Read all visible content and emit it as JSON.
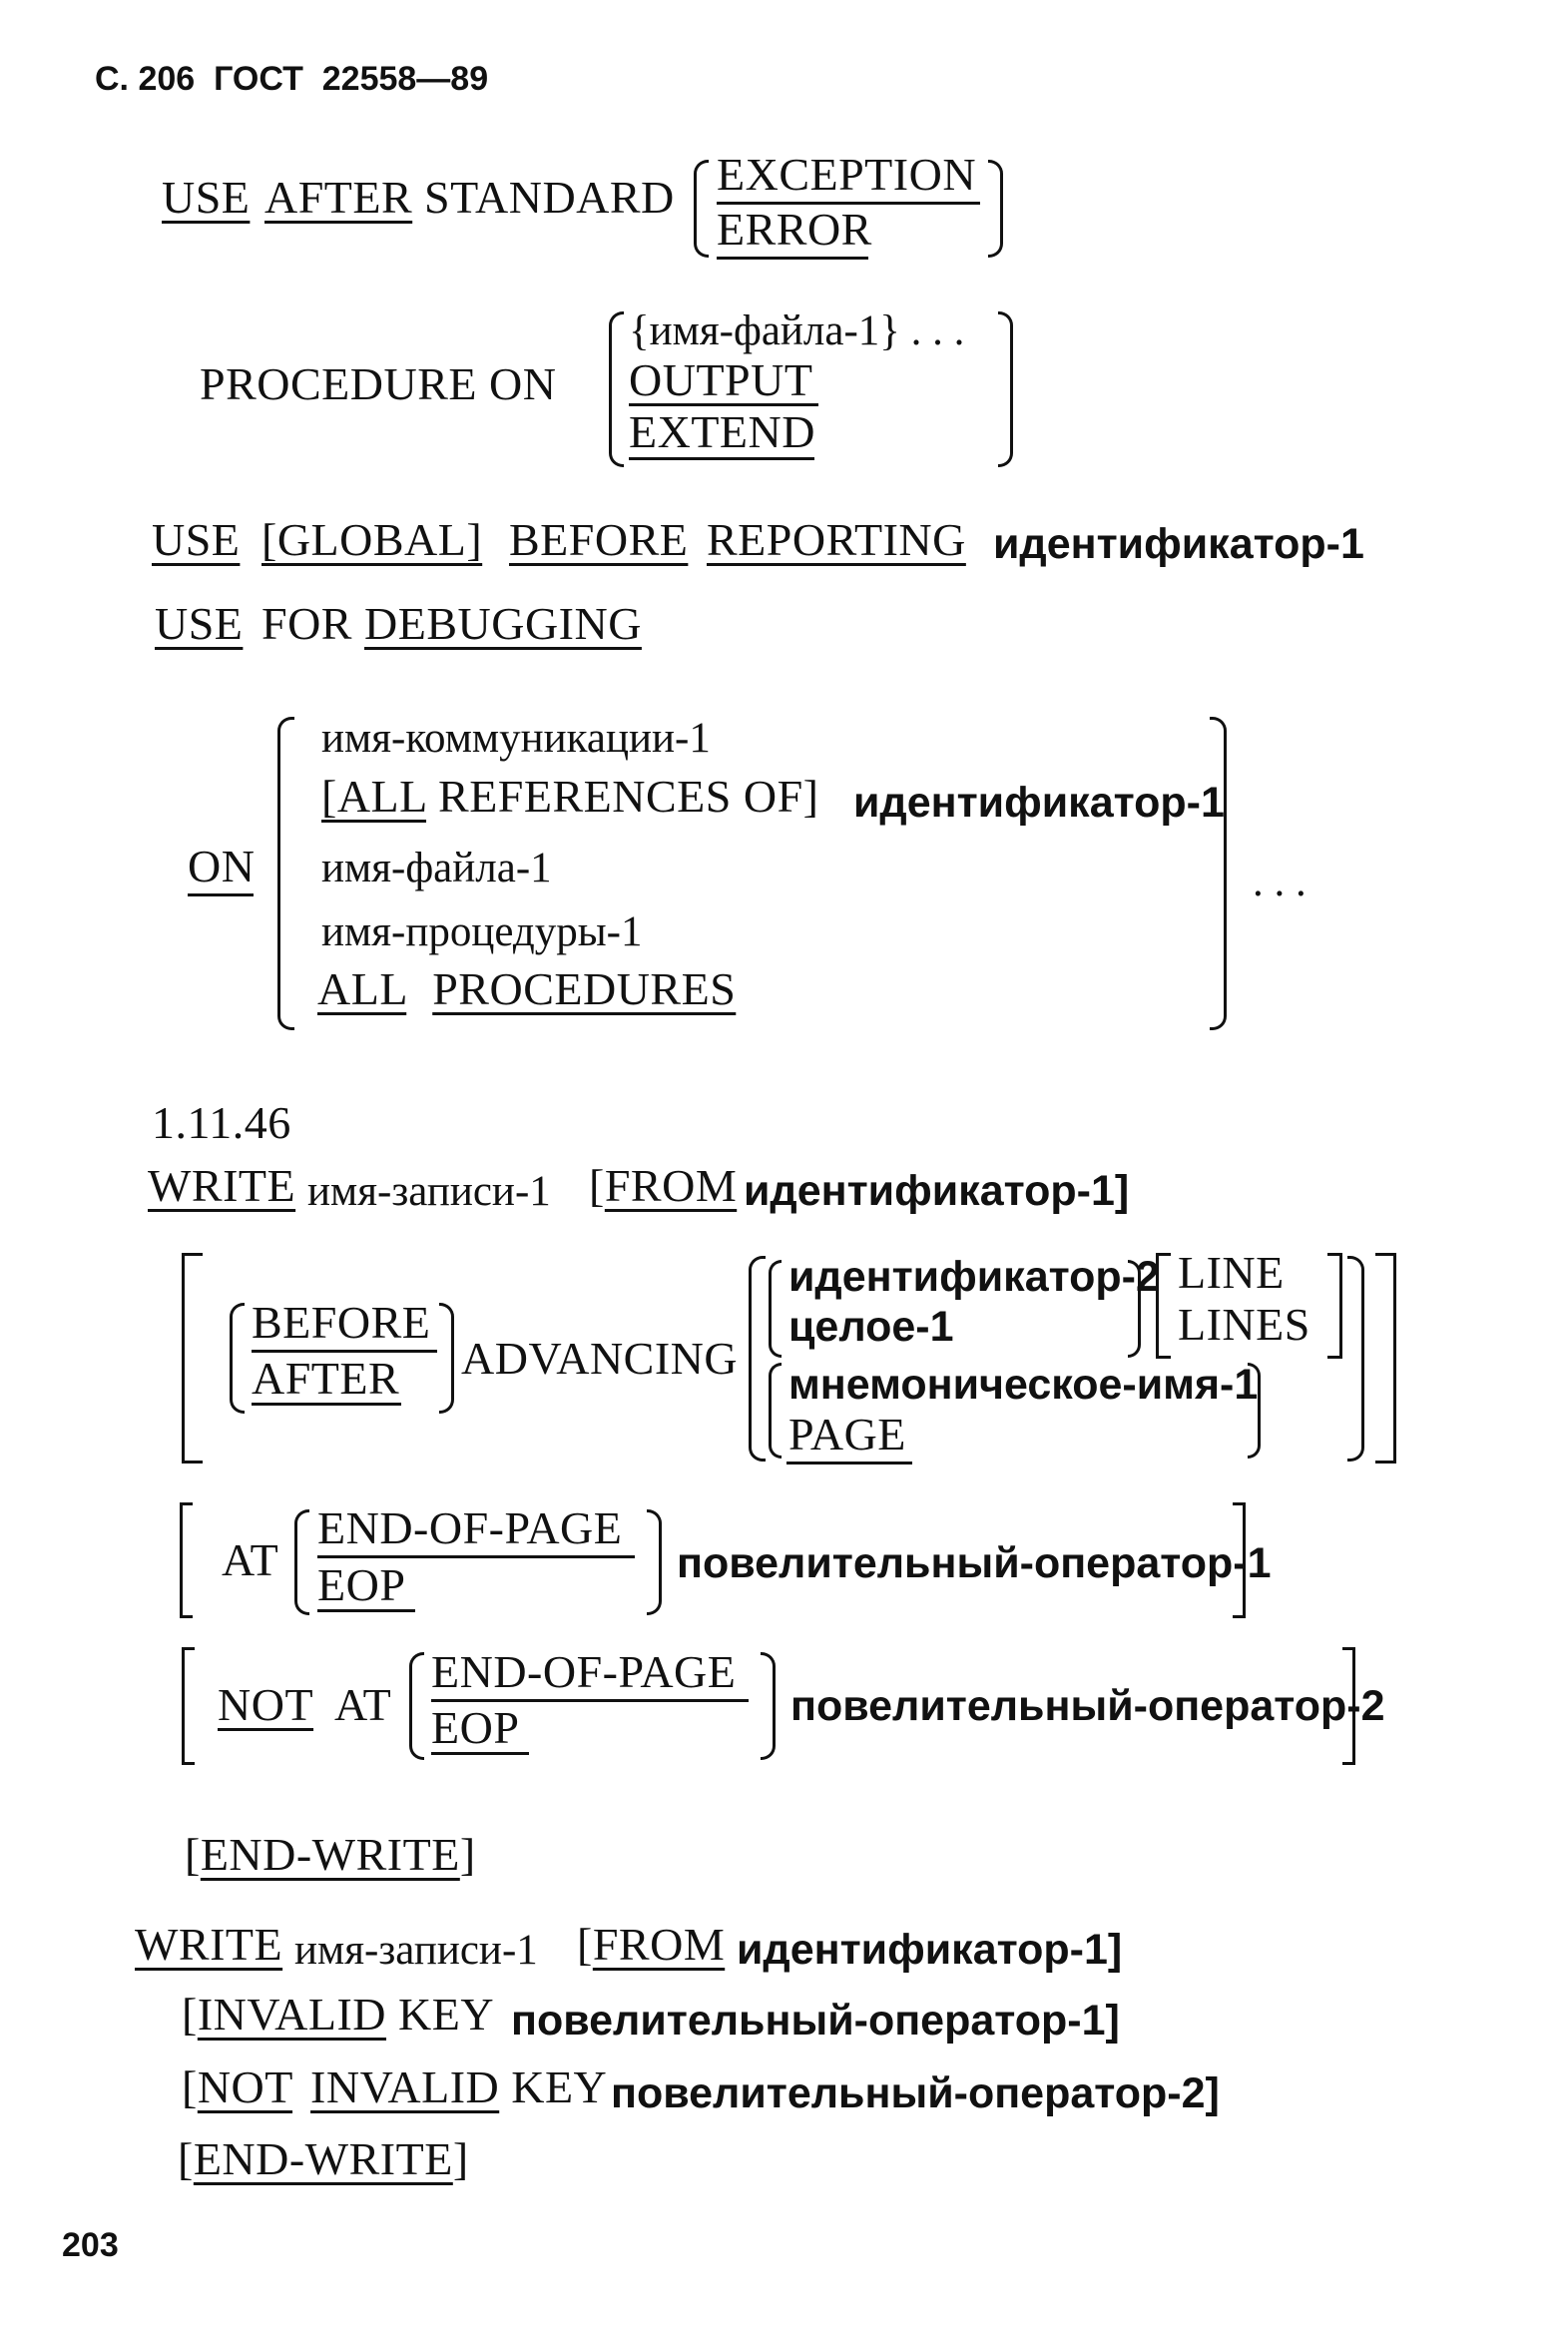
{
  "header": {
    "prefix": "С. 206",
    "standard": "ГОСТ",
    "number": "22558—89"
  },
  "use_after": {
    "use": "USE",
    "after": "AFTER",
    "standard": "STANDARD",
    "opt1": "EXCEPTION",
    "opt2": "ERROR",
    "procedure_on": "PROCEDURE ON",
    "file_opt": "{имя-файла-1} . . .",
    "output": "OUTPUT",
    "extend": "EXTEND"
  },
  "use_global": {
    "use": "USE",
    "global": "[GLOBAL]",
    "before": "BEFORE",
    "reporting": "REPORTING",
    "identifier": "идентификатор-1"
  },
  "use_debugging": {
    "use": "USE",
    "for": "FOR",
    "debugging": "DEBUGGING",
    "on": "ON",
    "comm": "имя-коммуникации-1",
    "all": "[ALL",
    "references_of": "REFERENCES OF]",
    "identifier": "идентификатор-1",
    "file": "имя-файла-1",
    "procedure": "имя-процедуры-1",
    "all2": "ALL",
    "procedures": "PROCEDURES",
    "ellipsis": ". . ."
  },
  "section_number": "1.11.46",
  "write1": {
    "write": "WRITE",
    "record": "имя-записи-1",
    "from_open": "[",
    "from": "FROM",
    "from_id": "идентификатор-1]",
    "before": "BEFORE",
    "after": "AFTER",
    "advancing": "ADVANCING",
    "id2": "идентификатор-2",
    "int1": "целое-1",
    "line": "LINE",
    "lines": "LINES",
    "mnemonic": "мнемоническое-имя-1",
    "page": "PAGE",
    "at": "AT",
    "end_of_page": "END-OF-PAGE",
    "eop": "EOP",
    "stmt1": "повелительный-оператор-1",
    "not": "NOT",
    "at2": "AT",
    "end_of_page2": "END-OF-PAGE",
    "eop2": "EOP",
    "stmt2": "повелительный-оператор-2",
    "end_write_open": "[",
    "end_write": "END-WRITE",
    "end_write_close": "]"
  },
  "write2": {
    "write": "WRITE",
    "record": "имя-записи-1",
    "from_open": "[",
    "from": "FROM",
    "from_id": "идентификатор-1]",
    "inv_open": "[",
    "invalid": "INVALID",
    "key": "KEY",
    "stmt1": "повелительный-оператор-1]",
    "not_open": "[",
    "not": "NOT",
    "invalid2": "INVALID",
    "key2": "KEY",
    "stmt2": "повелительный-оператор-2]",
    "end_open": "[",
    "end_write": "END-WRITE",
    "end_close": "]"
  },
  "page_number": "203"
}
